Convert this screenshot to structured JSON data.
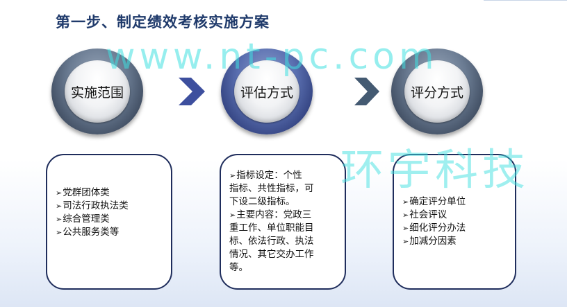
{
  "slide": {
    "title": "第一步、制定绩效考核实施方案",
    "watermark_url": "www.nt-pc.com",
    "watermark_name": "环宇科技"
  },
  "steps": [
    {
      "label": "实施范围"
    },
    {
      "label": "评估方式"
    },
    {
      "label": "评分方式"
    }
  ],
  "boxes": {
    "scope": {
      "items": [
        "党群团体类",
        "司法行政执法类",
        "综合管理类",
        "公共服务类等"
      ]
    },
    "method": {
      "lines_a": [
        "指标设定：个性",
        "指标、共性指标，可",
        "下设二级指标。"
      ],
      "lines_b": [
        "主要内容：党政三",
        "重工作、单位职能目",
        "标、依法行政、执法",
        "情况、其它交办工作",
        "等。"
      ]
    },
    "scoring": {
      "items": [
        "确定评分单位",
        "社会评议",
        "细化评分办法",
        "加减分因素"
      ]
    }
  },
  "colors": {
    "title": "#1f3a6b",
    "arrow": "#3d4f9e",
    "box_border": "#1f2d5c",
    "watermark": "#40e0e0"
  },
  "bullet_glyph": "➢",
  "arrow_icon": "chevron-right-icon"
}
